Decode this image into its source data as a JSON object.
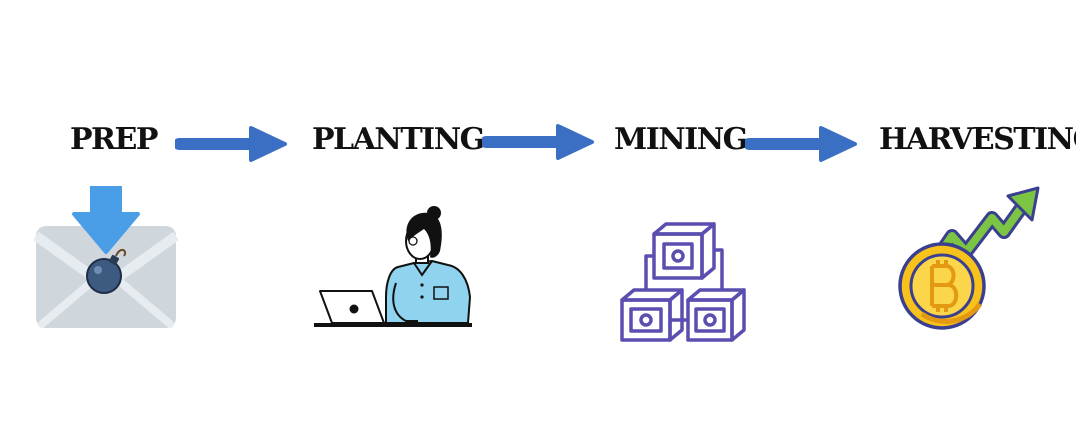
{
  "steps": [
    {
      "label": "PREP",
      "icon": "email-bomb-icon"
    },
    {
      "label": "PLANTING",
      "icon": "person-at-laptop-icon"
    },
    {
      "label": "MINING",
      "icon": "blockchain-blocks-icon"
    },
    {
      "label": "HARVESTING",
      "icon": "bitcoin-growth-icon"
    }
  ],
  "colors": {
    "arrow": "#3a6fc4",
    "envelope": "#cfd6dc",
    "download_arrow": "#4a9ee8",
    "bomb": "#3d5a80",
    "shirt": "#8fd3ee",
    "blocks": "#5a4fb0",
    "coin": "#f7c21b",
    "growth_arrow": "#7cc443"
  }
}
